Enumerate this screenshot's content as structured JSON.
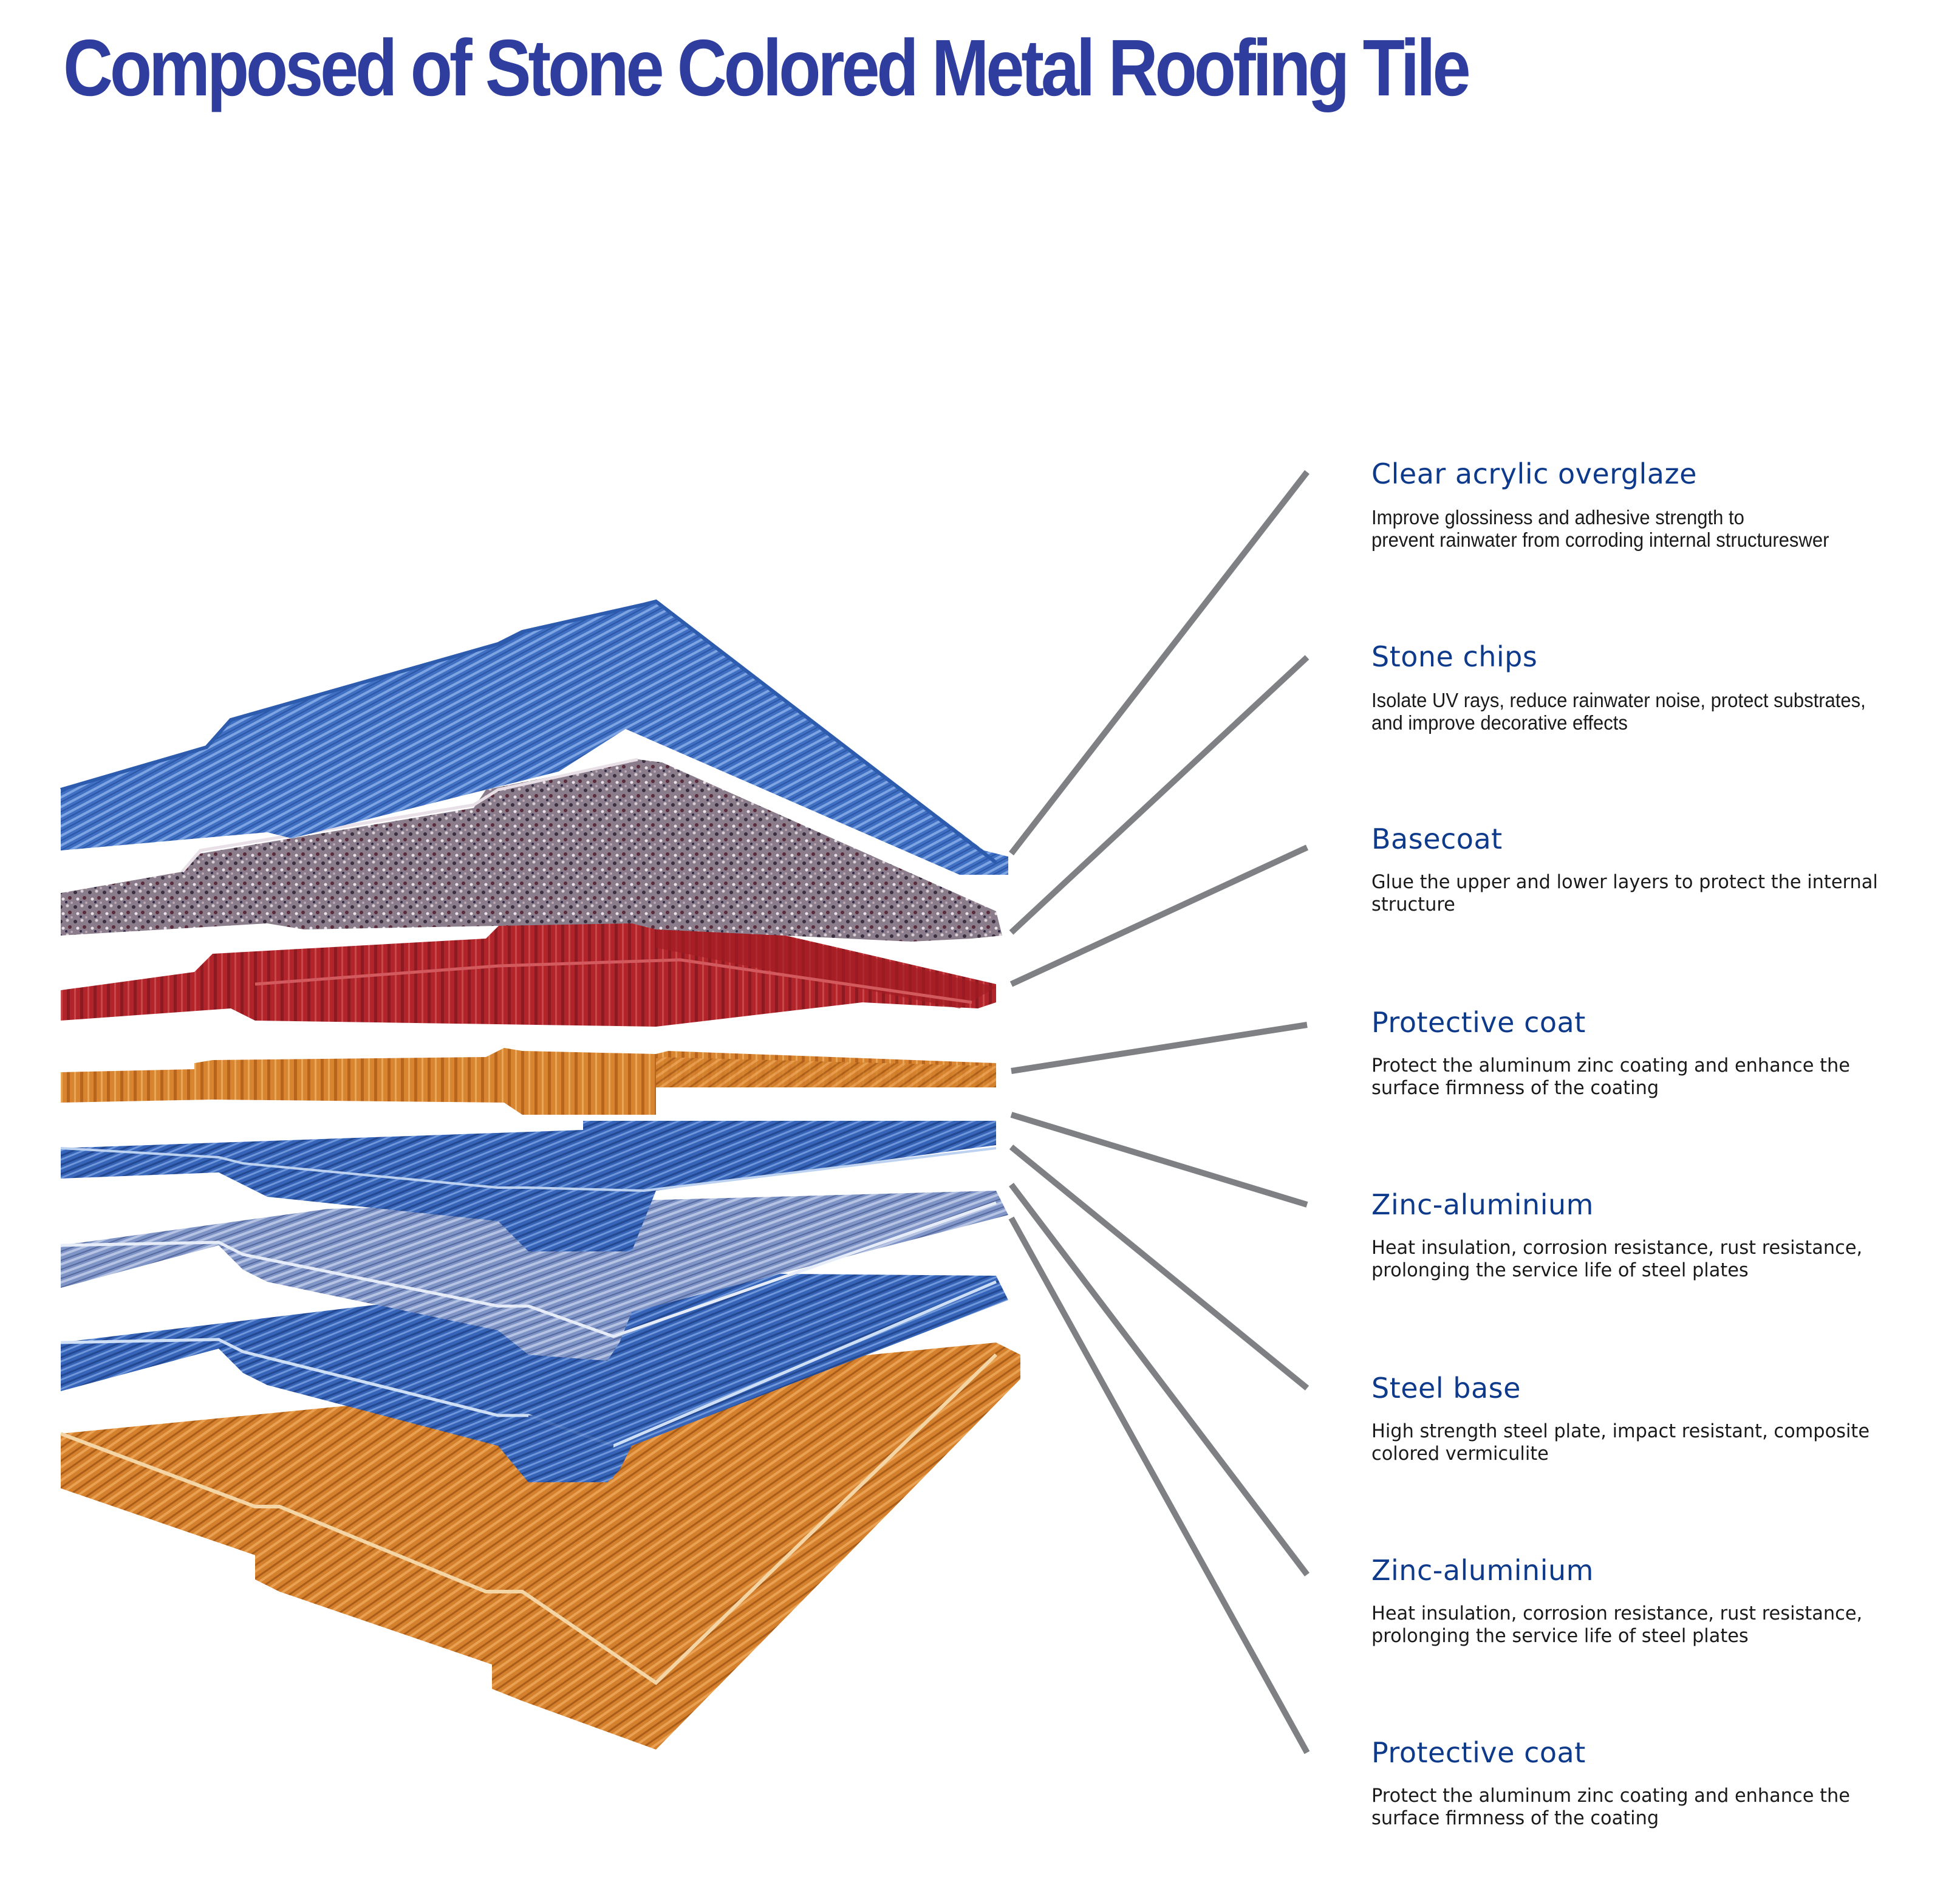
{
  "title": "Composed of Stone Colored Metal Roofing Tile",
  "colors": {
    "title": "#2f3e9e",
    "label_title": "#0e3a8c",
    "leader_line": "#7f8084",
    "layer_blue": "#3f70c4",
    "layer_stone": "#8a7c8a",
    "layer_red": "#b3232a",
    "layer_orange": "#d9842e",
    "layer_steel": "#7f94c6"
  },
  "layers": [
    {
      "name": "Clear acrylic overglaze",
      "description": "Improve glossiness and adhesive strength to\nprevent rainwater from corroding internal structureswer",
      "swatch": "blue",
      "icon": "clear-acrylic-layer-icon"
    },
    {
      "name": "Stone chips",
      "description": "Isolate UV rays, reduce rainwater noise, protect substrates,\nand improve decorative effects",
      "swatch": "stone",
      "icon": "stone-chips-layer-icon"
    },
    {
      "name": "Basecoat",
      "description": "Glue the upper and lower layers to protect the internal\nstructure",
      "swatch": "red",
      "icon": "basecoat-layer-icon"
    },
    {
      "name": "Protective coat",
      "description": "Protect the aluminum zinc coating and enhance the\n surface firmness of the coating",
      "swatch": "orange",
      "icon": "protective-coat-layer-icon"
    },
    {
      "name": "Zinc-aluminium",
      "description": "Heat insulation, corrosion resistance, rust resistance,\nprolonging the service life of steel plates",
      "swatch": "blue",
      "icon": "zinc-aluminium-layer-icon"
    },
    {
      "name": "Steel base",
      "description": "High strength steel plate, impact resistant, composite\ncolored vermiculite",
      "swatch": "steel",
      "icon": "steel-base-layer-icon"
    },
    {
      "name": "Zinc-aluminium",
      "description": "Heat insulation, corrosion resistance, rust resistance,\nprolonging the service life of steel plates",
      "swatch": "blue",
      "icon": "zinc-aluminium-layer-icon"
    },
    {
      "name": "Protective coat",
      "description": "Protect the aluminum zinc coating and enhance the\n surface firmness of the coating",
      "swatch": "orange",
      "icon": "protective-coat-layer-icon"
    }
  ]
}
